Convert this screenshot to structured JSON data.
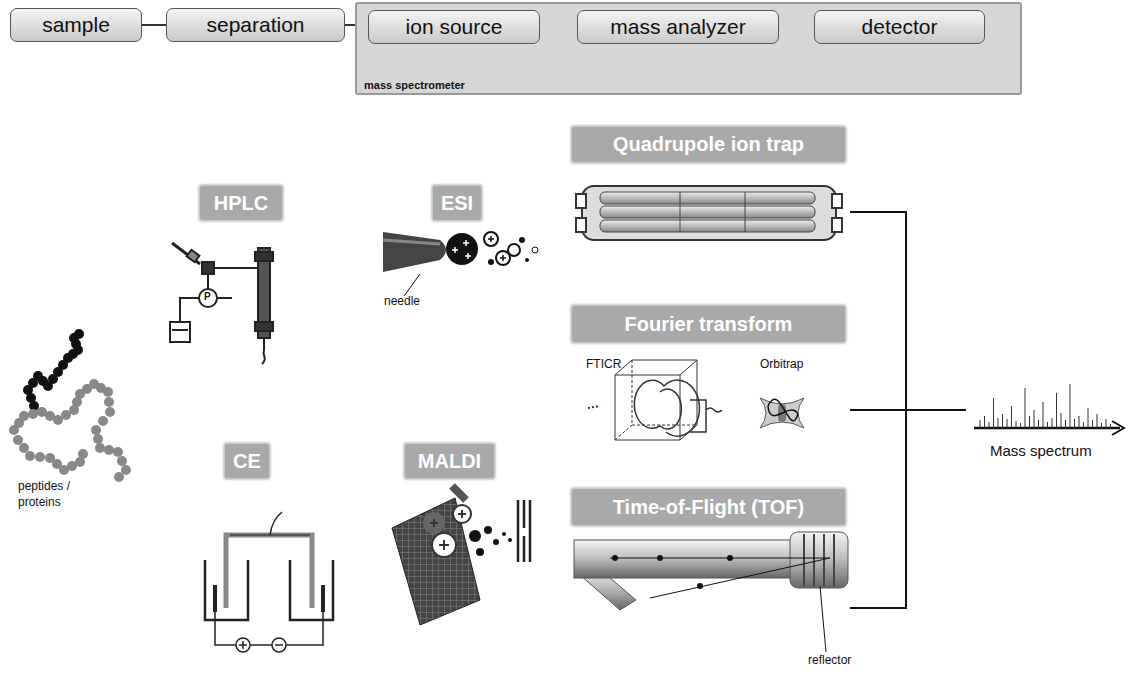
{
  "diagram": {
    "nodes": [
      {
        "text": [
          "sample"
        ]
      },
      {
        "text": [
          "separation"
        ]
      },
      {
        "text": [
          "mass spectrometer"
        ]
      },
      {
        "text": [
          "ion source"
        ],
        "in": 2
      },
      {
        "text": [
          "mass analyzer"
        ],
        "in": 2
      },
      {
        "text": [
          "detector"
        ],
        "in": 2
      },
      {
        "text": [
          "HPLC"
        ]
      },
      {
        "text": [
          "ESI"
        ]
      },
      {
        "text": [
          "Quadrupole ion trap"
        ]
      },
      {
        "text": [
          "Fourier transform"
        ]
      },
      {
        "text": [
          "CE"
        ]
      },
      {
        "text": [
          "MALDI"
        ]
      },
      {
        "text": [
          "Time-of-Flight (TOF)"
        ]
      }
    ],
    "edges": [
      {
        "from": 0,
        "to": 1,
        "arrow": "none"
      },
      {
        "from": 1,
        "to": 3,
        "arrow": "none"
      },
      {
        "from": 3,
        "to": 4,
        "arrow": "none"
      },
      {
        "from": 4,
        "to": 5,
        "arrow": "none"
      }
    ],
    "labels": [
      "peptides / proteins",
      "needle",
      "FTICR",
      "Orbitrap",
      "reflector",
      "Mass spectrum",
      "P"
    ]
  }
}
